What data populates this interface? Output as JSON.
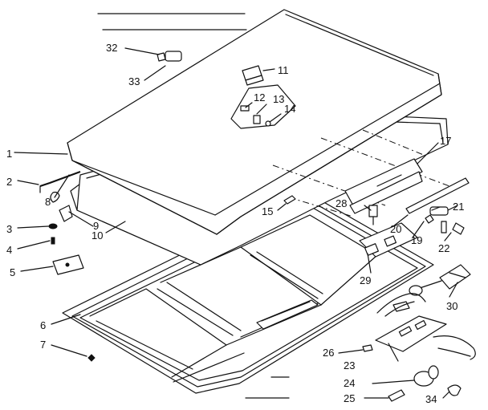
{
  "parts": [
    {
      "id": "1",
      "label": "1"
    },
    {
      "id": "2",
      "label": "2"
    },
    {
      "id": "3",
      "label": "3"
    },
    {
      "id": "4",
      "label": "4"
    },
    {
      "id": "5",
      "label": "5"
    },
    {
      "id": "6",
      "label": "6"
    },
    {
      "id": "7",
      "label": "7"
    },
    {
      "id": "8",
      "label": "8"
    },
    {
      "id": "9",
      "label": "9"
    },
    {
      "id": "10",
      "label": "10"
    },
    {
      "id": "11",
      "label": "11"
    },
    {
      "id": "12",
      "label": "12"
    },
    {
      "id": "13",
      "label": "13"
    },
    {
      "id": "14",
      "label": "14"
    },
    {
      "id": "15",
      "label": "15"
    },
    {
      "id": "17",
      "label": "17"
    },
    {
      "id": "19",
      "label": "19"
    },
    {
      "id": "20",
      "label": "20"
    },
    {
      "id": "21",
      "label": "21"
    },
    {
      "id": "22",
      "label": "22"
    },
    {
      "id": "23",
      "label": "23"
    },
    {
      "id": "24",
      "label": "24"
    },
    {
      "id": "25",
      "label": "25"
    },
    {
      "id": "26",
      "label": "26"
    },
    {
      "id": "28",
      "label": "28"
    },
    {
      "id": "29",
      "label": "29"
    },
    {
      "id": "30",
      "label": "30"
    },
    {
      "id": "32",
      "label": "32"
    },
    {
      "id": "33",
      "label": "33"
    },
    {
      "id": "34",
      "label": "34"
    }
  ]
}
